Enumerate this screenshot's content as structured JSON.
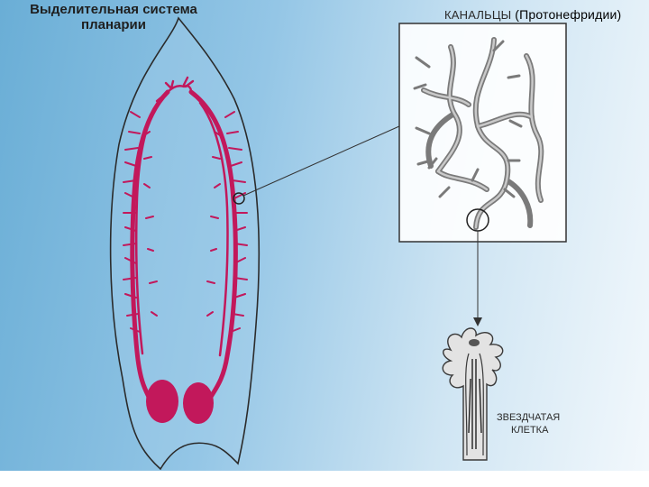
{
  "title": {
    "line1": "Выделительная система",
    "line2": "планарии"
  },
  "labels": {
    "canals": "КАНАЛЬЦЫ",
    "canals_note": "(Протонефридии)",
    "flame_cell_line1": "ЗВЕЗДЧАТАЯ",
    "flame_cell_line2": "КЛЕТКА"
  },
  "colors": {
    "excretory_canal": "#c2185b",
    "background_left": "#6aaed6",
    "background_right": "#f2f8fc"
  }
}
